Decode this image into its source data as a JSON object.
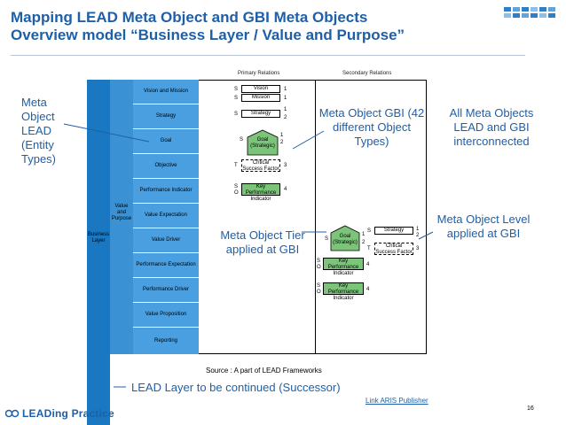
{
  "title": {
    "line1": "Mapping LEAD Meta Object and GBI Meta Objects",
    "line2": "Overview model “Business Layer / Value and Purpose”"
  },
  "headers": {
    "primary": "Primary Relations",
    "secondary": "Secondary Relations"
  },
  "columns": {
    "business": "Business Layer",
    "value": "Value and Purpose"
  },
  "objects": [
    "Vision and Mission",
    "Strategy",
    "Goal",
    "Objective",
    "Performance Indicator",
    "Value Expectation",
    "Value Driver",
    "Performance Expectation",
    "Performance Driver",
    "Value Proposition",
    "Reporting"
  ],
  "primary_relations": {
    "vision": "Vision",
    "mission": "Mission",
    "strategy": "Strategy",
    "goal": "Goal (Strategic)",
    "csf": "Critical Success Factor",
    "kpi": "Key Performance Indicator"
  },
  "secondary_relations": {
    "goal": "Goal (Strategic)",
    "strategy": "Strategy",
    "csf": "Critical Success Factor",
    "kpi1": "Key Performance Indicator",
    "kpi2": "Key Performance Indicator"
  },
  "letters": {
    "s": "S",
    "t": "T",
    "o": "O"
  },
  "numbers": {
    "n1": "1",
    "n2": "2",
    "n3": "3",
    "n4": "4"
  },
  "callouts": {
    "meta_object_lead": "Meta Object LEAD (Entity Types)",
    "meta_object_gbi": "Meta Object GBI (42 different Object Types)",
    "all_meta": "All Meta Objects LEAD and GBI interconnected",
    "level_gbi": "Meta Object Level applied at GBI",
    "tier_gbi": "Meta Object Tier applied at GBI"
  },
  "source": "Source : A part of LEAD Frameworks",
  "successor": "LEAD Layer to be continued (Successor)",
  "link": "Link ARIS Publisher",
  "page_number": "16",
  "brand": "LEADing Practice",
  "colors": {
    "title": "#1f5fa8",
    "cell": "#4a9fe0",
    "green": "#7cc47a"
  }
}
